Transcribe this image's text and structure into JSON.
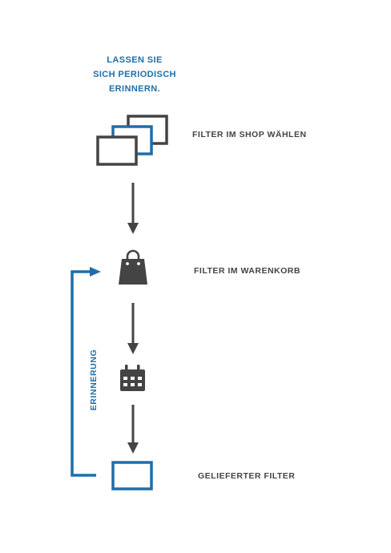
{
  "intro": {
    "lines": [
      "LASSEN SIE",
      "SICH PERIODISCH",
      "ERINNERN."
    ]
  },
  "steps": [
    {
      "label": "FILTER IM SHOP WÄHLEN",
      "icon": "stacked-frames-icon"
    },
    {
      "label": "FILTER IM WARENKORB",
      "icon": "shopping-bag-icon"
    },
    {
      "label": "",
      "icon": "calendar-icon"
    },
    {
      "label": "GELIEFERTER FILTER",
      "icon": "filter-frame-icon"
    }
  ],
  "loop": {
    "label": "ERINNERUNG"
  },
  "colors": {
    "accent": "#1f6ea8",
    "dark": "#444444"
  }
}
